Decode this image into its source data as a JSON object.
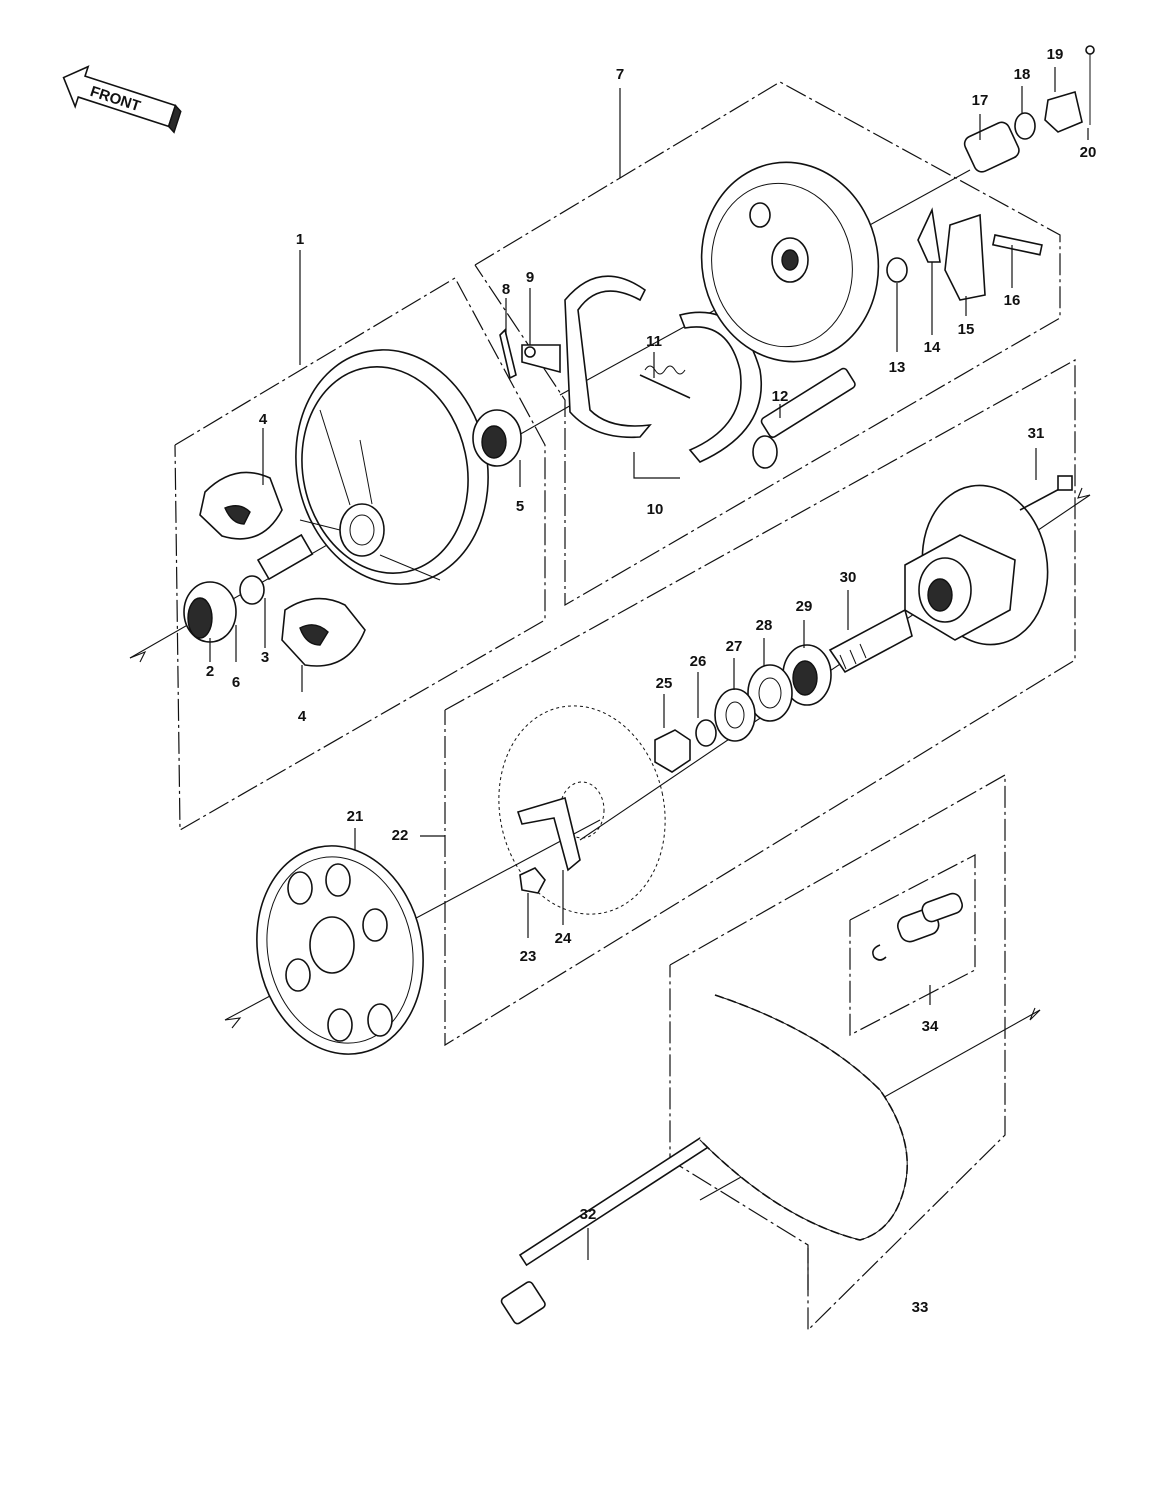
{
  "front_arrow": {
    "label": "FRONT"
  },
  "callouts": [
    {
      "id": "1",
      "label": "1"
    },
    {
      "id": "2",
      "label": "2"
    },
    {
      "id": "3",
      "label": "3"
    },
    {
      "id": "4a",
      "label": "4"
    },
    {
      "id": "4b",
      "label": "4"
    },
    {
      "id": "5",
      "label": "5"
    },
    {
      "id": "6",
      "label": "6"
    },
    {
      "id": "7",
      "label": "7"
    },
    {
      "id": "8",
      "label": "8"
    },
    {
      "id": "9",
      "label": "9"
    },
    {
      "id": "10",
      "label": "10"
    },
    {
      "id": "11",
      "label": "11"
    },
    {
      "id": "12",
      "label": "12"
    },
    {
      "id": "13",
      "label": "13"
    },
    {
      "id": "14",
      "label": "14"
    },
    {
      "id": "15",
      "label": "15"
    },
    {
      "id": "16",
      "label": "16"
    },
    {
      "id": "17",
      "label": "17"
    },
    {
      "id": "18",
      "label": "18"
    },
    {
      "id": "19",
      "label": "19"
    },
    {
      "id": "20",
      "label": "20"
    },
    {
      "id": "21",
      "label": "21"
    },
    {
      "id": "22",
      "label": "22"
    },
    {
      "id": "23",
      "label": "23"
    },
    {
      "id": "24",
      "label": "24"
    },
    {
      "id": "25",
      "label": "25"
    },
    {
      "id": "26",
      "label": "26"
    },
    {
      "id": "27",
      "label": "27"
    },
    {
      "id": "28",
      "label": "28"
    },
    {
      "id": "29",
      "label": "29"
    },
    {
      "id": "30",
      "label": "30"
    },
    {
      "id": "31",
      "label": "31"
    },
    {
      "id": "32",
      "label": "32"
    },
    {
      "id": "33",
      "label": "33"
    },
    {
      "id": "34",
      "label": "34"
    }
  ]
}
